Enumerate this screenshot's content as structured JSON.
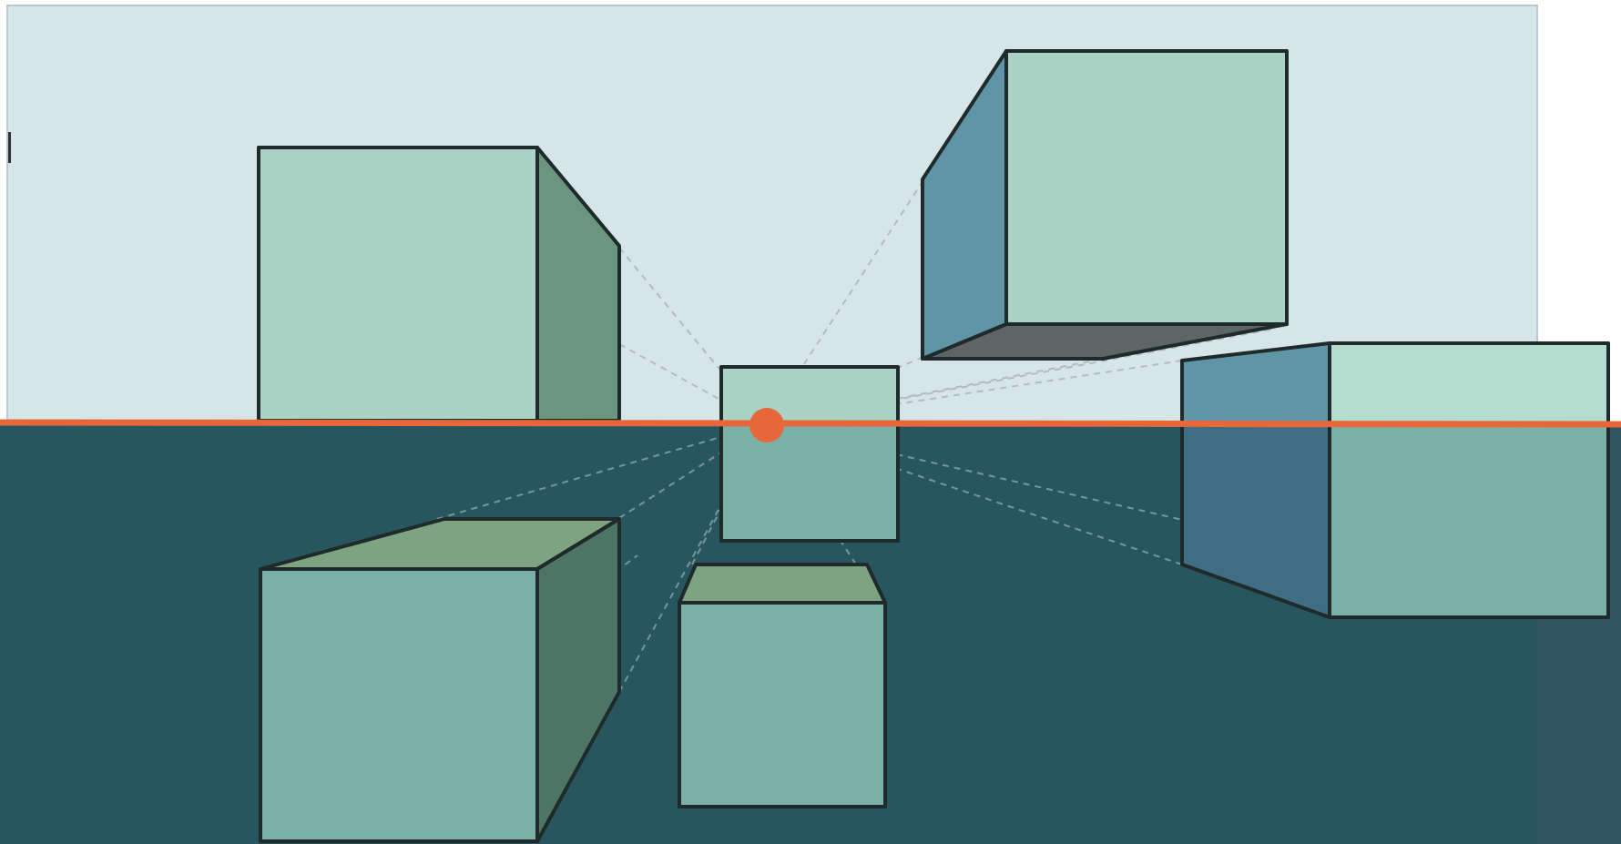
{
  "diagram": {
    "colors": {
      "sky": "#d6e6e8",
      "ground": "#28565f",
      "horizon_line": "#e8673a",
      "vanishing_point": "#e8673a",
      "face_front_light": "#aad3c6",
      "face_front_below": "#7bb0a6",
      "face_side_dark_green": "#6a957e",
      "face_side_deep_green": "#4d7565",
      "face_side_blue": "#6095a7",
      "face_side_blue_below": "#3f6e84",
      "face_top_green": "#7ea380",
      "face_bottom_gray": "#5d6566",
      "edge": "#1f2a2a",
      "guide": "#aab5b5"
    },
    "elements": [
      "horizon-line",
      "vanishing-point",
      "cube-upper-left",
      "cube-upper-right",
      "cube-center-on-horizon",
      "cube-right-on-horizon",
      "cube-lower-left",
      "cube-lower-center"
    ]
  }
}
